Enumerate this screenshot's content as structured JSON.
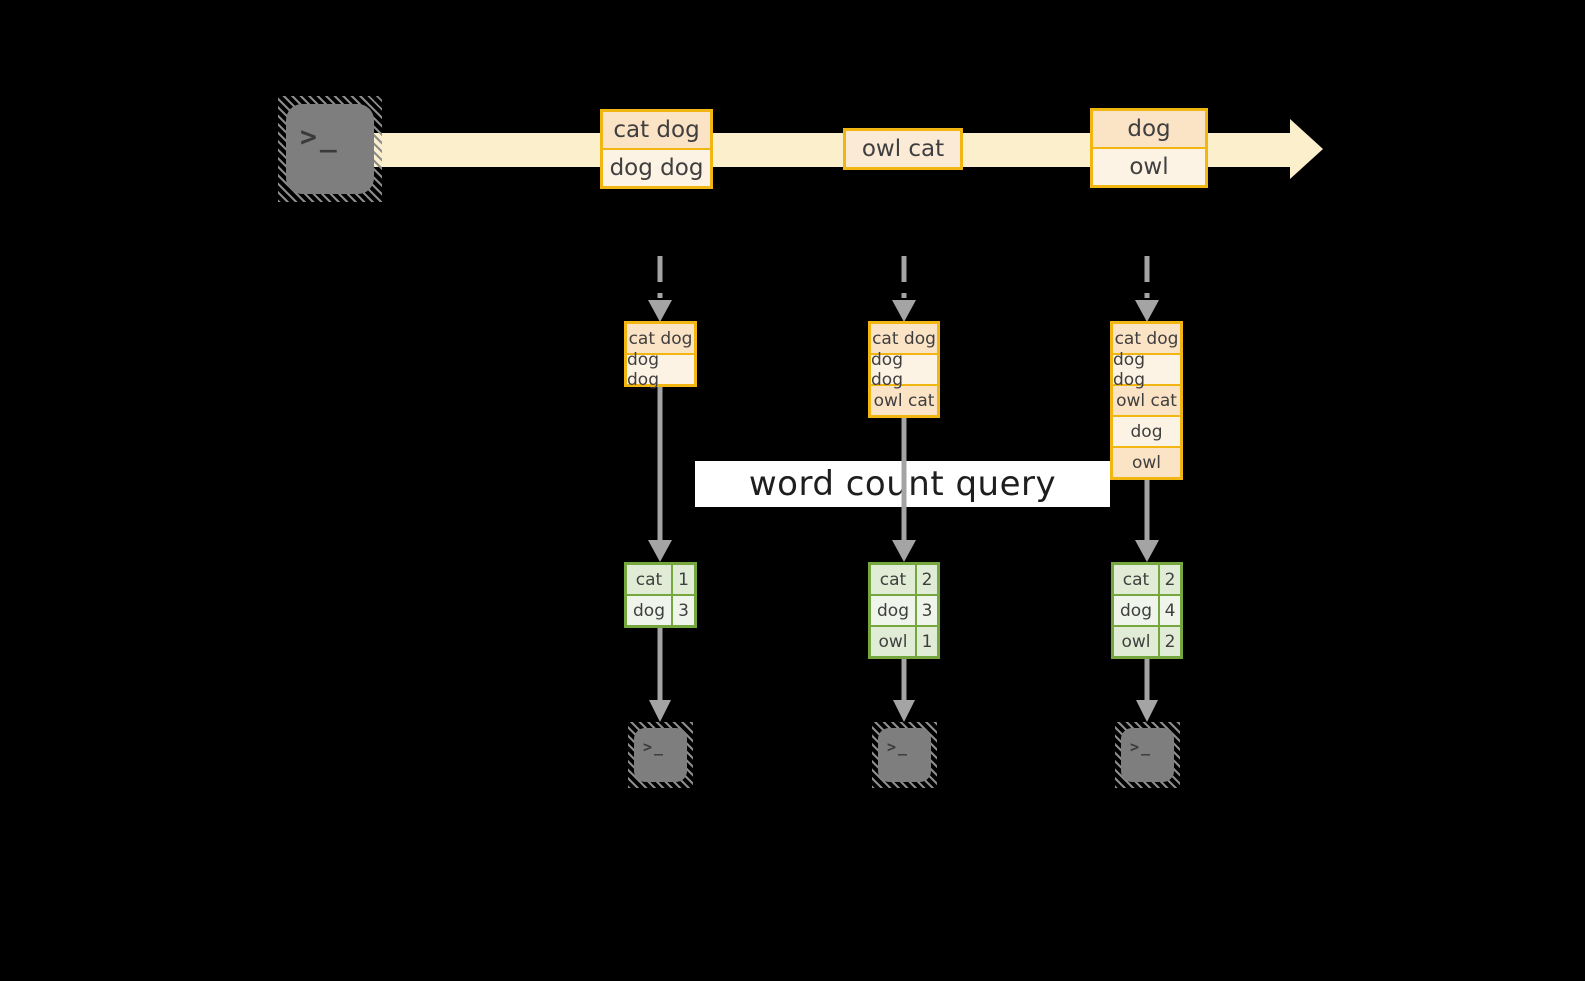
{
  "banner": {
    "label": "word count query"
  },
  "glyphs": {
    "terminal_prompt": ">_"
  },
  "stream": {
    "events": [
      {
        "lines": [
          "cat dog",
          "dog dog"
        ]
      },
      {
        "lines": [
          "owl cat"
        ]
      },
      {
        "lines": [
          "dog",
          "owl"
        ]
      }
    ]
  },
  "columns": [
    {
      "buffer": [
        "cat dog",
        "dog dog"
      ],
      "counts": [
        {
          "word": "cat",
          "count": "1"
        },
        {
          "word": "dog",
          "count": "3"
        }
      ]
    },
    {
      "buffer": [
        "cat dog",
        "dog dog",
        "owl cat"
      ],
      "counts": [
        {
          "word": "cat",
          "count": "2"
        },
        {
          "word": "dog",
          "count": "3"
        },
        {
          "word": "owl",
          "count": "1"
        }
      ]
    },
    {
      "buffer": [
        "cat dog",
        "dog dog",
        "owl cat",
        "dog",
        "owl"
      ],
      "counts": [
        {
          "word": "cat",
          "count": "2"
        },
        {
          "word": "dog",
          "count": "4"
        },
        {
          "word": "owl",
          "count": "2"
        }
      ]
    }
  ],
  "colors": {
    "canvas_background": "#000000",
    "stream_arrow_band": "#fbf0cb",
    "event_border": "#f2b612",
    "event_cell_dark": "#fbe3c5",
    "event_cell_light": "#fdf3e5",
    "table_border": "#76a73f",
    "table_row_dark": "#e1ecd6",
    "table_row_light": "#eff5ea",
    "flow_arrow": "#a4a4a4",
    "terminal_gray": "#7e7e7e",
    "banner_background": "#ffffff",
    "label_text": "#3f3f3f"
  }
}
